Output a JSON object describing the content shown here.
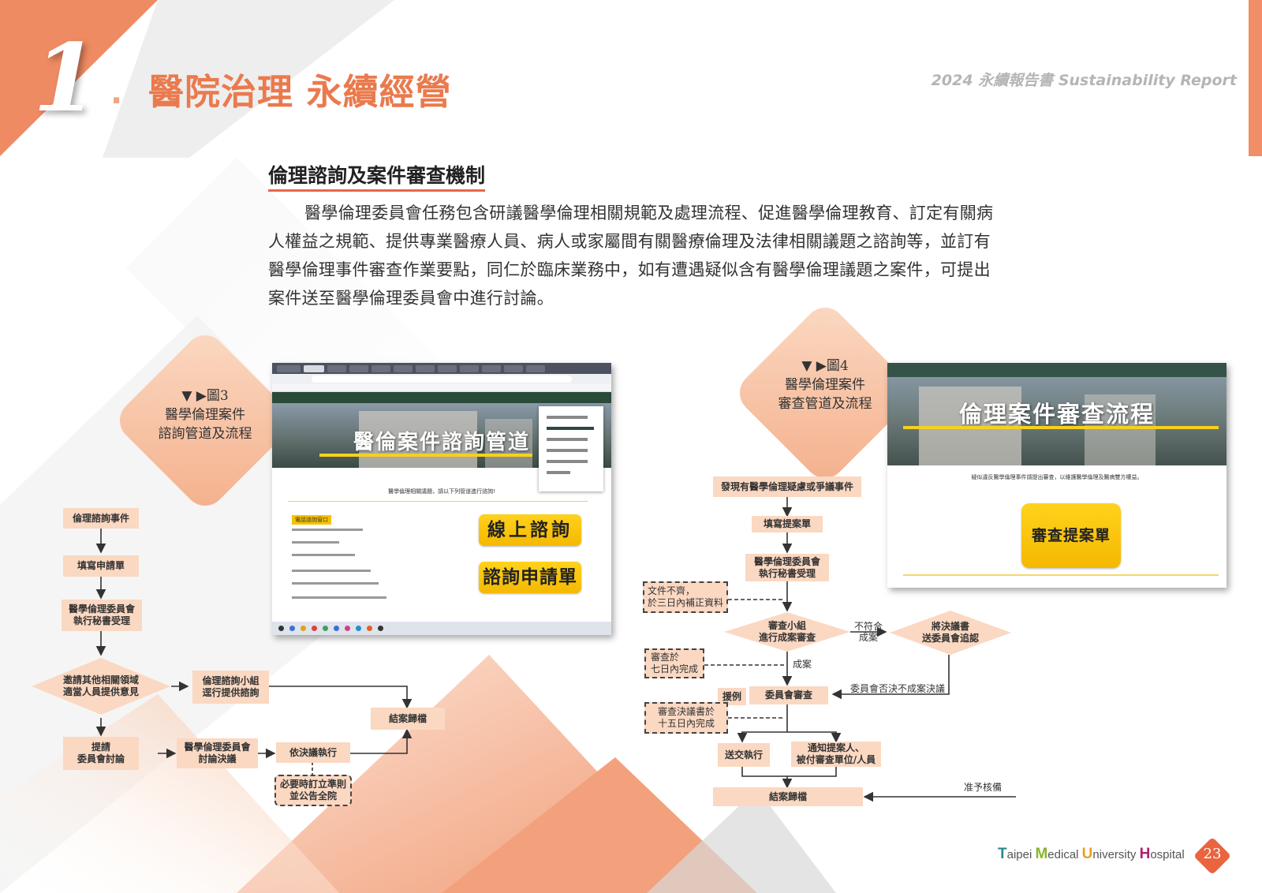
{
  "header": {
    "chapter_number": "1",
    "chapter_title": "醫院治理 永續經營",
    "report_title": "2024 永續報告書 Sustainability Report"
  },
  "section": {
    "title": "倫理諮詢及案件審查機制",
    "paragraph": "醫學倫理委員會任務包含研議醫學倫理相關規範及處理流程、促進醫學倫理教育、訂定有關病人權益之規範、提供專業醫療人員、病人或家屬間有關醫療倫理及法律相關議題之諮詢等，並訂有醫學倫理事件審查作業要點，同仁於臨床業務中，如有遭遇疑似含有醫學倫理議題之案件，可提出案件送至醫學倫理委員會中進行討論。"
  },
  "figure3": {
    "label_line1": "▼ ▶圖3",
    "label_line2": "醫學倫理案件",
    "label_line3": "諮詢管道及流程",
    "screenshot": {
      "hero_title": "醫倫案件諮詢管道",
      "subtitle": "醫學倫理相關議題，請以下列管道進行諮詢!",
      "window_label": "電話諮詢窗口",
      "btn_online": "線上諮詢",
      "btn_form": "諮詢申請單"
    },
    "flow": {
      "n1": "倫理諮詢事件",
      "n2": "填寫申請單",
      "n3": "醫學倫理委員會\n執行秘書受理",
      "n4": "邀請其他相關領域\n適當人員提供意見",
      "n5": "倫理諮詢小組\n逕行提供諮詢",
      "n6": "結案歸檔",
      "n7": "提請\n委員會討論",
      "n8": "醫學倫理委員會\n討論決議",
      "n9": "依決議執行",
      "n10": "必要時訂立準則\n並公告全院"
    }
  },
  "figure4": {
    "label_line1": "▼ ▶圖4",
    "label_line2": "醫學倫理案件",
    "label_line3": "審查管道及流程",
    "screenshot": {
      "hero_title": "倫理案件審查流程",
      "subtitle": "疑似違反醫學倫理事件請提出審查，以維護醫學倫理及醫病雙方權益。",
      "btn_review": "審查提案單"
    },
    "flow": {
      "m1": "發現有醫學倫理疑慮或爭議事件",
      "m2": "填寫提案單",
      "m3": "醫學倫理委員會\n執行秘書受理",
      "note1": "文件不齊，\n於三日內補正資料",
      "m4": "審查小組\n進行成案審查",
      "lbl_not": "不符合\n成案",
      "m5": "將決議書\n送委員會追認",
      "note2": "審查於\n七日內完成",
      "lbl_case": "成案",
      "m6": "援例",
      "m7": "委員會審查",
      "lbl_veto": "委員會否決不成案決議",
      "note3": "審查決議書於\n十五日內完成",
      "m8": "送交執行",
      "m9": "通知提案人、\n被付審查單位/人員",
      "m10": "結案歸檔",
      "lbl_approve": "准予核備"
    }
  },
  "footer": {
    "t_initial": "T",
    "t_rest": "aipei ",
    "m_initial": "M",
    "m_rest": "edical ",
    "u_initial": "U",
    "u_rest": "niversity ",
    "h_initial": "H",
    "h_rest": "ospital",
    "page_number": "23"
  },
  "colors": {
    "accent": "#ea7a4d",
    "box_fill": "#fbd8c2",
    "button_yellow": "#f5b800"
  }
}
